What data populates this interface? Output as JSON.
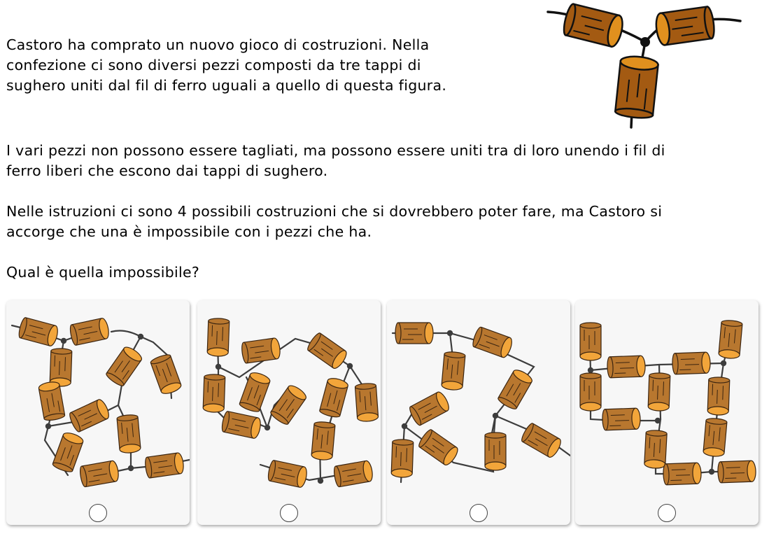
{
  "question": {
    "paragraphs": [
      "Castoro ha comprato un nuovo gioco di costruzioni. Nella\nconfezione ci sono diversi pezzi composti da tre tappi di\nsughero uniti dal fil di ferro uguali a quello di questa figura.",
      "I vari pezzi non possono essere tagliati, ma possono essere uniti tra di loro unendo i fil di\nferro liberi che escono dai tappi di sughero.",
      "Nelle istruzioni ci sono 4 possibili costruzioni che si dovrebbero poter fare, ma Castoro si\naccorge che una è impossibile con i pezzi che ha.",
      "Qual è quella impossibile?"
    ]
  },
  "figure": {
    "icon": "cork-piece-icon"
  },
  "options": [
    {
      "name": "option-a",
      "icon": "cork-construction-icon",
      "selected": false
    },
    {
      "name": "option-b",
      "icon": "cork-construction-icon",
      "selected": false
    },
    {
      "name": "option-c",
      "icon": "cork-construction-icon",
      "selected": false
    },
    {
      "name": "option-d",
      "icon": "cork-construction-icon",
      "selected": false
    }
  ],
  "colors": {
    "cork_body": "#b8772f",
    "cork_dark": "#9c5f1f",
    "cork_end": "#f2a53a",
    "cork_outline": "#3a2410",
    "wire": "#3d3d3d",
    "piece_body": "#a35a12",
    "piece_end": "#e0901e"
  }
}
